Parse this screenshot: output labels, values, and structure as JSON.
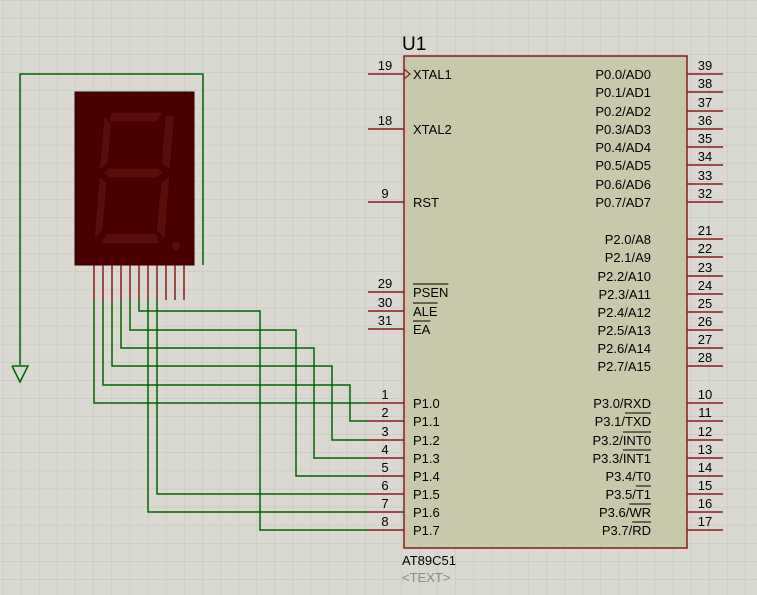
{
  "component": {
    "ref": "U1",
    "part": "AT89C51",
    "text_placeholder": "<TEXT>"
  },
  "left_pins": [
    {
      "num": "19",
      "name": "XTAL1",
      "clock": true
    },
    {
      "num": "18",
      "name": "XTAL2"
    },
    {
      "num": "9",
      "name": "RST"
    },
    {
      "num": "29",
      "name": "PSEN",
      "overline": true
    },
    {
      "num": "30",
      "name": "ALE",
      "overline_part": "ALE"
    },
    {
      "num": "31",
      "name": "EA",
      "overline": true
    },
    {
      "num": "1",
      "name": "P1.0"
    },
    {
      "num": "2",
      "name": "P1.1"
    },
    {
      "num": "3",
      "name": "P1.2"
    },
    {
      "num": "4",
      "name": "P1.3"
    },
    {
      "num": "5",
      "name": "P1.4"
    },
    {
      "num": "6",
      "name": "P1.5"
    },
    {
      "num": "7",
      "name": "P1.6"
    },
    {
      "num": "8",
      "name": "P1.7"
    }
  ],
  "right_pins": [
    {
      "num": "39",
      "name": "P0.0/AD0"
    },
    {
      "num": "38",
      "name": "P0.1/AD1"
    },
    {
      "num": "37",
      "name": "P0.2/AD2"
    },
    {
      "num": "36",
      "name": "P0.3/AD3"
    },
    {
      "num": "35",
      "name": "P0.4/AD4"
    },
    {
      "num": "34",
      "name": "P0.5/AD5"
    },
    {
      "num": "33",
      "name": "P0.6/AD6"
    },
    {
      "num": "32",
      "name": "P0.7/AD7"
    },
    {
      "num": "21",
      "name": "P2.0/A8"
    },
    {
      "num": "22",
      "name": "P2.1/A9"
    },
    {
      "num": "23",
      "name": "P2.2/A10"
    },
    {
      "num": "24",
      "name": "P2.3/A11"
    },
    {
      "num": "25",
      "name": "P2.4/A12"
    },
    {
      "num": "26",
      "name": "P2.5/A13"
    },
    {
      "num": "27",
      "name": "P2.6/A14"
    },
    {
      "num": "28",
      "name": "P2.7/A15"
    },
    {
      "num": "10",
      "name": "P3.0/RXD"
    },
    {
      "num": "11",
      "name": "P3.1/TXD",
      "over": "TXD"
    },
    {
      "num": "12",
      "name": "P3.2/INT0",
      "over": "INT0"
    },
    {
      "num": "13",
      "name": "P3.3/INT1",
      "over": "INT1"
    },
    {
      "num": "14",
      "name": "P3.4/T0"
    },
    {
      "num": "15",
      "name": "P3.5/T1",
      "over": "T1"
    },
    {
      "num": "16",
      "name": "P3.6/WR",
      "over": "WR"
    },
    {
      "num": "17",
      "name": "P3.7/RD",
      "over": "RD"
    }
  ],
  "colors": {
    "background": "#d9d9d1",
    "grid": "#c4c4bc",
    "chip_fill": "#c8c8aa",
    "chip_border": "#8b1a1a",
    "pin": "#8b1a1a",
    "wire": "#006400",
    "display_body": "#4a0000",
    "segment_off": "#5a0c0c",
    "text": "#000000",
    "placeholder": "#8a8a8a"
  }
}
